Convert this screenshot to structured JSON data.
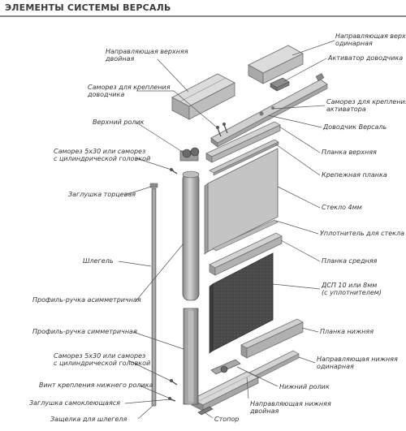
{
  "title": "ЭЛЕМЕНТЫ СИСТЕМЫ ВЕРСАЛЬ",
  "labels": {
    "upper_guide_double_1": "Направляющая верхняя",
    "upper_guide_double_2": "двойная",
    "upper_guide_single_1": "Направляющая верхняя",
    "upper_guide_single_2": "одинарная",
    "closer_activator": "Активатор доводчика",
    "closer_screw_1": "Саморез для крепления",
    "closer_screw_2": "доводчика",
    "activator_screw_1": "Саморез для крепления",
    "activator_screw_2": "активатора",
    "upper_roller": "Верхний ролик",
    "closer_versal": "Доводчик Версаль",
    "screw_5x30_top_1": "Саморез 5х30 или саморез",
    "screw_5x30_top_2": "с цилиндрической головкой",
    "upper_profile": "Планка верхняя",
    "mounting_strip": "Крепежная планка",
    "end_cap": "Заглушка торцевая",
    "glass": "Стекло 4мм",
    "glass_seal": "Уплотнитель для стекла",
    "brush_strip": "Шлегель",
    "middle_profile": "Планка средняя",
    "asym_handle": "Профиль-ручка асимметричная",
    "chipboard_1": "ДСП 10 или 8мм",
    "chipboard_2": "(с уплотнителем)",
    "sym_handle": "Профиль-ручка симметричная",
    "lower_profile": "Планка нижняя",
    "screw_5x30_bottom_1": "Саморез 5х30 или саморез",
    "screw_5x30_bottom_2": "с цилиндрической головкой",
    "lower_guide_single_1": "Направляющая нижняя",
    "lower_guide_single_2": "одинарная",
    "lower_roller_screw": "Винт крепления нижнего ролика",
    "lower_roller": "Нижний ролик",
    "self_adhesive_cap": "Заглушка самоклеющаяся",
    "lower_guide_double_1": "Направляющая нижняя",
    "lower_guide_double_2": "двойная",
    "brush_cap": "Защелка для шлегеля",
    "stopper": "Стопор"
  },
  "colors": {
    "metal_light": "#d9d9d9",
    "metal_mid": "#a9a9a9",
    "metal_dark": "#6f6f6f",
    "glass": "#c4c4c4",
    "chipboard": "#4a4a4a",
    "text": "#333333"
  }
}
